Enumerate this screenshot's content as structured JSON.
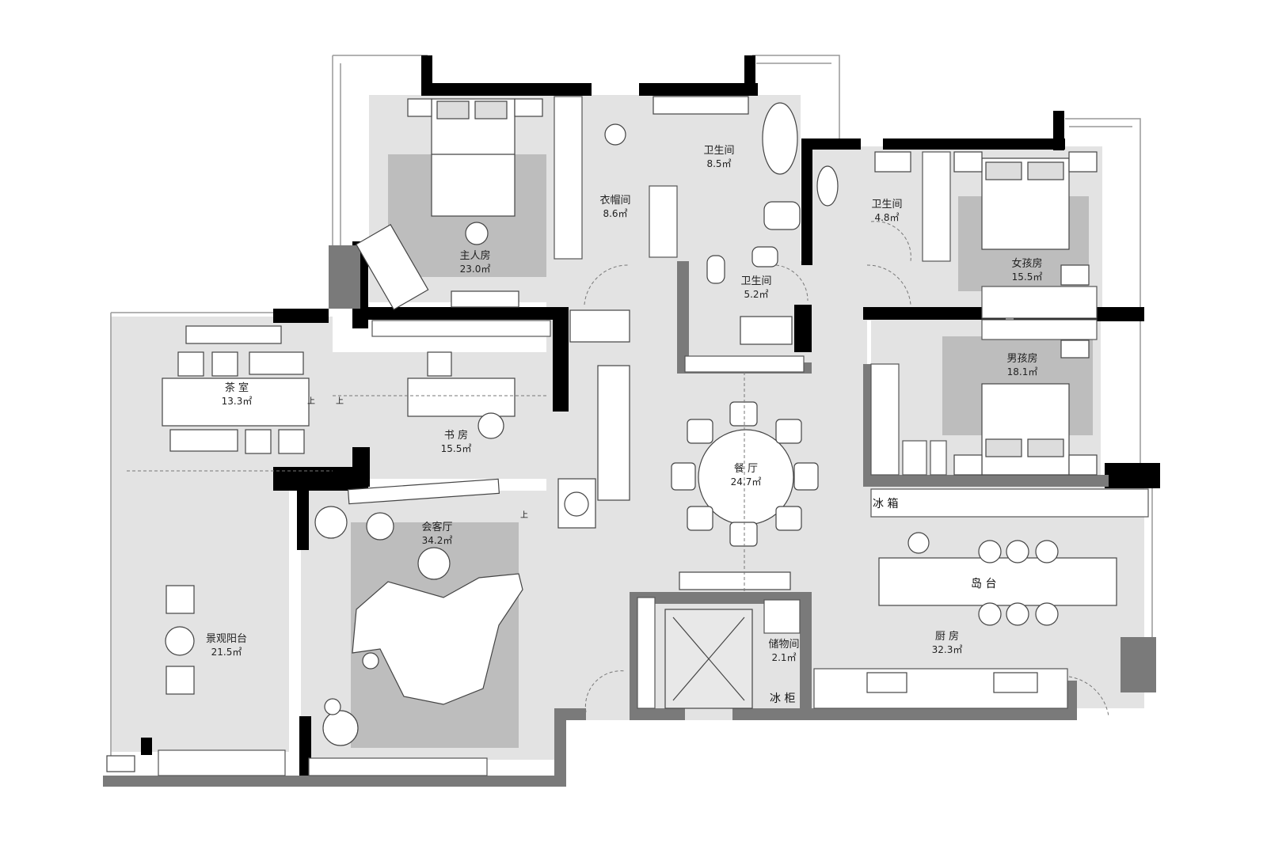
{
  "rooms": {
    "master_bedroom": {
      "name": "主人房",
      "area": "23.0㎡"
    },
    "cloakroom": {
      "name": "衣帽间",
      "area": "8.6㎡"
    },
    "bath_master": {
      "name": "卫生间",
      "area": "8.5㎡"
    },
    "bath_center": {
      "name": "卫生间",
      "area": "5.2㎡"
    },
    "bath_right": {
      "name": "卫生间",
      "area": "4.8㎡"
    },
    "girl_room": {
      "name": "女孩房",
      "area": "15.5㎡"
    },
    "boy_room": {
      "name": "男孩房",
      "area": "18.1㎡"
    },
    "tea_room": {
      "name": "茶 室",
      "area": "13.3㎡"
    },
    "study": {
      "name": "书 房",
      "area": "15.5㎡"
    },
    "dining": {
      "name": "餐 厅",
      "area": "24.7㎡"
    },
    "living": {
      "name": "会客厅",
      "area": "34.2㎡"
    },
    "balcony": {
      "name": "景观阳台",
      "area": "21.5㎡"
    },
    "storage": {
      "name": "储物间",
      "area": "2.1㎡"
    },
    "kitchen": {
      "name": "厨 房",
      "area": "32.3㎡"
    }
  },
  "fixtures": {
    "fridge": "冰 箱",
    "freezer": "冰 柜",
    "island": "岛 台",
    "up_mark_1": "上",
    "up_mark_2": "上",
    "up_mark_3": "上"
  },
  "colors": {
    "wall": "#000000",
    "wall_gray": "#7a7a7a",
    "floor": "#e3e3e3",
    "rug": "#bdbdbd",
    "furniture": "#ffffff"
  }
}
